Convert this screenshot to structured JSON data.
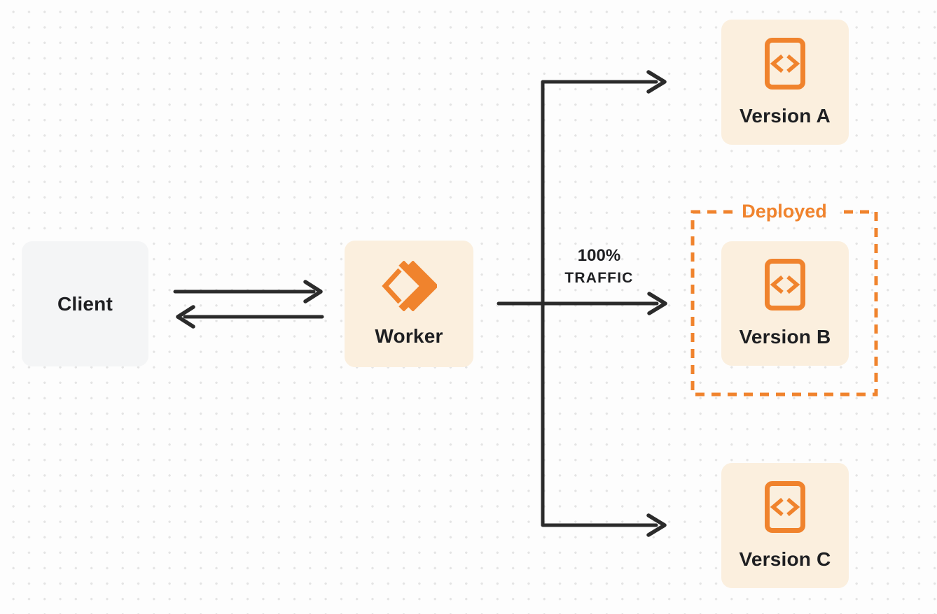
{
  "palette": {
    "background": "#FDFDFD",
    "dot_grid": "#E4E4E4",
    "connector": "#2B2B2B",
    "accent_orange": "#F0832D",
    "node_cream": "#FBEFDE",
    "node_gray": "#F4F5F6",
    "text_dark": "#1E1F22"
  },
  "nodes": {
    "client": {
      "label": "Client"
    },
    "worker": {
      "label": "Worker",
      "icon": "workers-logo-icon"
    },
    "versions": [
      {
        "label": "Version A",
        "icon": "code-file-icon",
        "deployed": false
      },
      {
        "label": "Version B",
        "icon": "code-file-icon",
        "deployed": true
      },
      {
        "label": "Version C",
        "icon": "code-file-icon",
        "deployed": false
      }
    ]
  },
  "annotations": {
    "deployed_label": "Deployed",
    "traffic": {
      "line1": "100%",
      "line2": "TRAFFIC"
    }
  }
}
